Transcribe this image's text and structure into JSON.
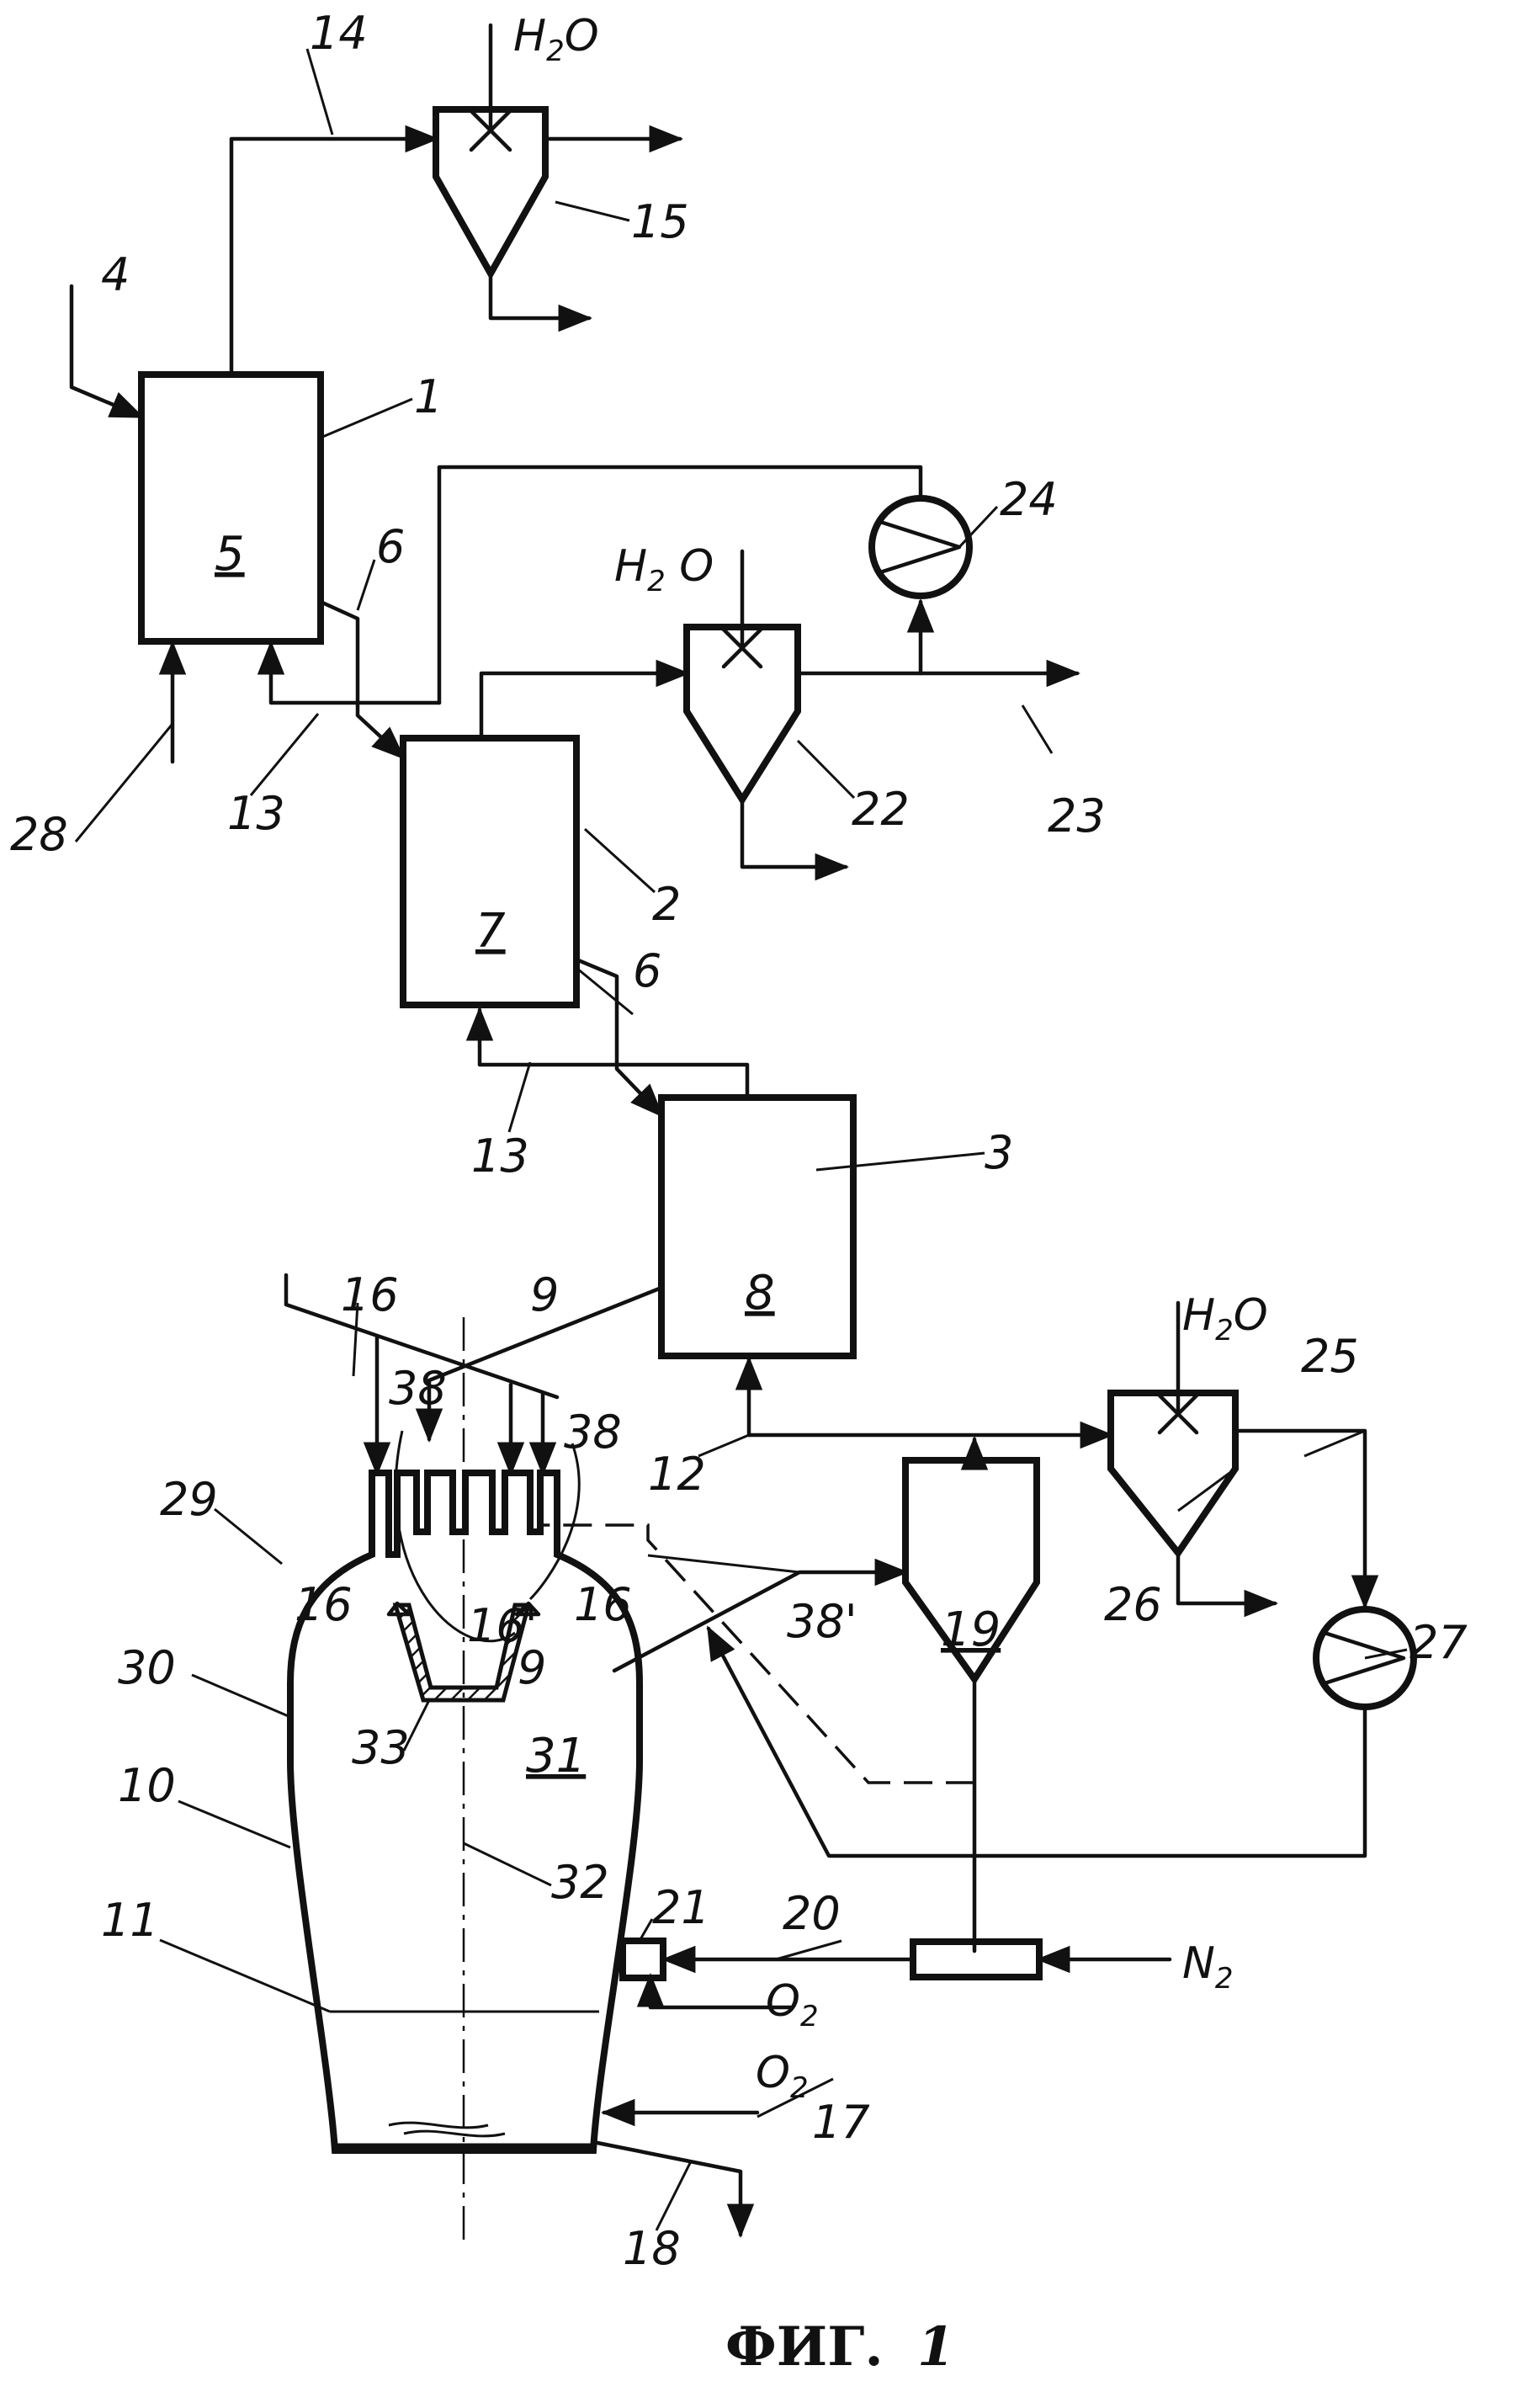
{
  "figure": {
    "caption_prefix": "ФИГ.",
    "caption_number": "1"
  },
  "media": {
    "water": "H2O",
    "oxygen": "O2",
    "nitrogen": "N2"
  },
  "vessel_labels": {
    "v5": "5",
    "v7": "7",
    "v8": "8",
    "v19": "19",
    "v31": "31"
  },
  "reference_numerals": {
    "n1": "1",
    "n2": "2",
    "n3": "3",
    "n4": "4",
    "n6a": "6",
    "n6b": "6",
    "n9a": "9",
    "n9b": "9",
    "n10": "10",
    "n11": "11",
    "n12": "12",
    "n13a": "13",
    "n13b": "13",
    "n14": "14",
    "n15": "15",
    "n16a": "16",
    "n16b": "16",
    "n16c": "16",
    "n16prime": "16'",
    "n17": "17",
    "n18": "18",
    "n20": "20",
    "n21": "21",
    "n22": "22",
    "n23": "23",
    "n24": "24",
    "n25": "25",
    "n26": "26",
    "n27": "27",
    "n28": "28",
    "n29": "29",
    "n30": "30",
    "n32": "32",
    "n33": "33",
    "n38a": "38",
    "n38b": "38",
    "n38prime": "38'"
  },
  "colors": {
    "ink": "#111111",
    "paper": "#ffffff"
  }
}
